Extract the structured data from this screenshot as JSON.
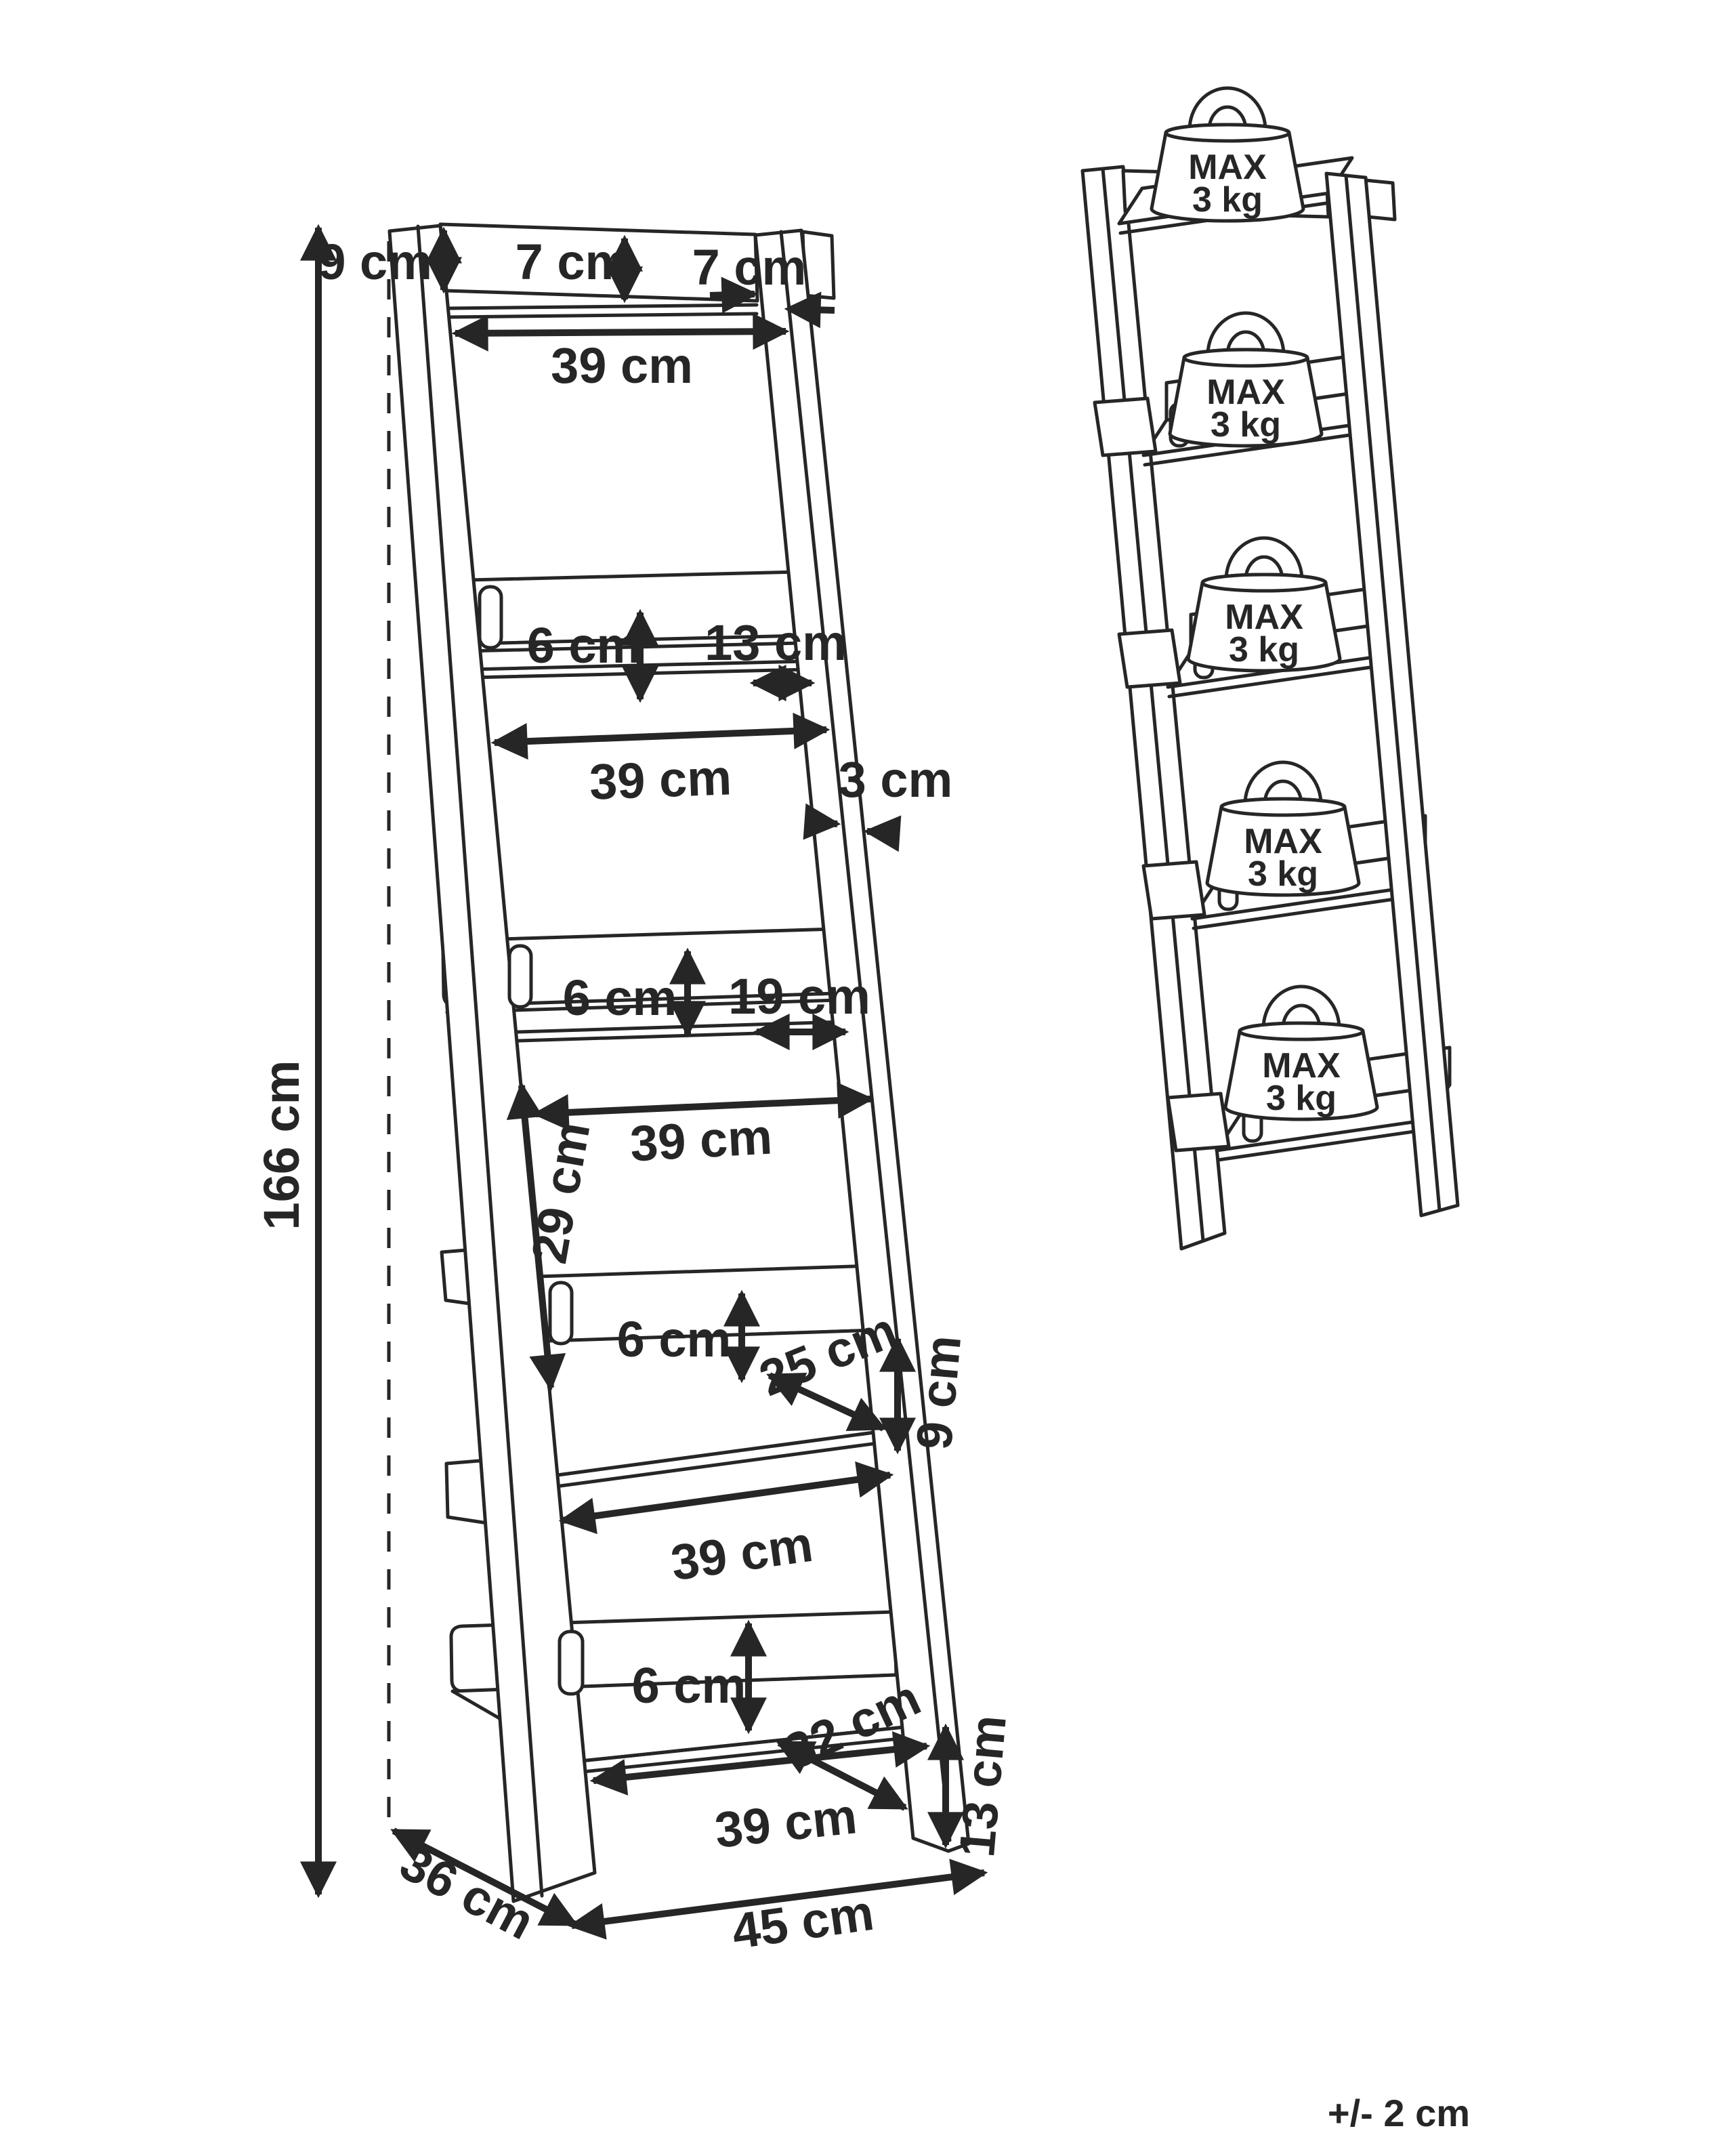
{
  "left": {
    "total_height": "166 cm",
    "top_back_height": "9 cm",
    "top_shelf_back_height": "7 cm",
    "top_rail_depth": "7 cm",
    "shelf1_width": "39 cm",
    "shelf2_back_height": "6 cm",
    "shelf2_depth": "13 cm",
    "shelf2_width": "39 cm",
    "rail_thickness": "3 cm",
    "shelf3_back_height": "6 cm",
    "shelf3_depth": "19 cm",
    "shelf3_width": "39 cm",
    "gap_shelf3_to_shelf4": "29 cm",
    "shelf4_back_height": "6 cm",
    "shelf4_depth": "25 cm",
    "shelf4_front_drop": "9 cm",
    "shelf4_width": "39 cm",
    "shelf5_back_height": "6 cm",
    "shelf5_depth": "32 cm",
    "shelf5_width": "39 cm",
    "shelf5_front_drop": "13 cm",
    "base_depth": "36 cm",
    "base_width": "45 cm"
  },
  "right": {
    "max_load_line1": "MAX",
    "max_load_line2": "3 kg"
  },
  "footer": {
    "tolerance": "+/- 2 cm"
  }
}
